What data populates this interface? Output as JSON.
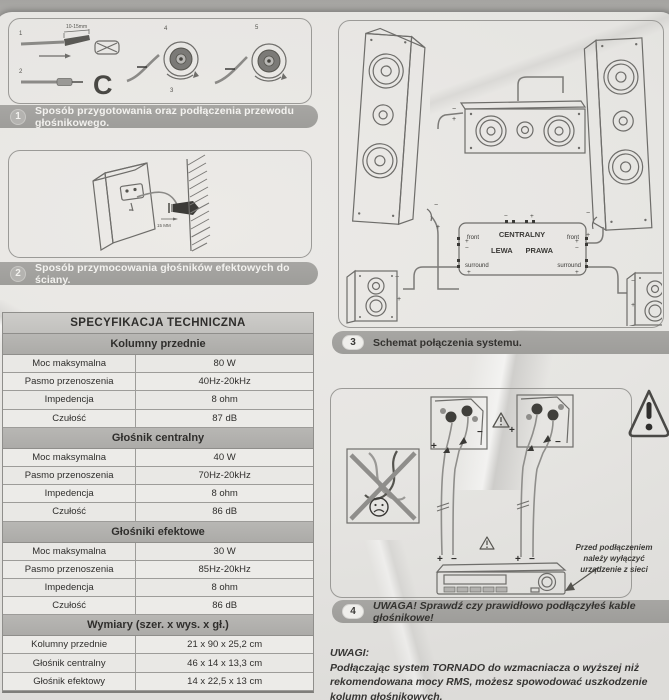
{
  "sections": {
    "step1": {
      "number": "1",
      "label": "Sposób przygotowania oraz podłączenia przewodu głośnikowego."
    },
    "step2": {
      "number": "2",
      "label": "Sposób przymocowania głośników efektowych do ściany."
    },
    "step3": {
      "number": "3",
      "label": "Schemat połączenia systemu."
    },
    "step4": {
      "number": "4",
      "label": "UWAGA! Sprawdź czy prawidłowo podłączyłeś kable głośnikowe!"
    }
  },
  "wire_prep": {
    "steps": [
      "1",
      "2",
      "3",
      "4",
      "5"
    ],
    "dim_label": "10-15mm",
    "twist_symbol": "C"
  },
  "wall_mount": {
    "screw_label": "15 MM"
  },
  "spec_table": {
    "title": "SPECYFIKACJA TECHNICZNA",
    "sections": [
      {
        "header": "Kolumny przednie",
        "rows": [
          {
            "label": "Moc maksymalna",
            "value": "80 W"
          },
          {
            "label": "Pasmo przenoszenia",
            "value": "40Hz-20kHz"
          },
          {
            "label": "Impedencja",
            "value": "8 ohm"
          },
          {
            "label": "Czułość",
            "value": "87 dB"
          }
        ]
      },
      {
        "header": "Głośnik centralny",
        "rows": [
          {
            "label": "Moc maksymalna",
            "value": "40 W"
          },
          {
            "label": "Pasmo przenoszenia",
            "value": "70Hz-20kHz"
          },
          {
            "label": "Impedencja",
            "value": "8 ohm"
          },
          {
            "label": "Czułość",
            "value": "86 dB"
          }
        ]
      },
      {
        "header": "Głośniki efektowe",
        "rows": [
          {
            "label": "Moc maksymalna",
            "value": "30 W"
          },
          {
            "label": "Pasmo przenoszenia",
            "value": "85Hz-20kHz"
          },
          {
            "label": "Impedencja",
            "value": "8 ohm"
          },
          {
            "label": "Czułość",
            "value": "86 dB"
          }
        ]
      },
      {
        "header": "Wymiary (szer. x wys. x gł.)",
        "rows": [
          {
            "label": "Kolumny przednie",
            "value": "21 x 90 x 25,2 cm"
          },
          {
            "label": "Głośnik centralny",
            "value": "46 x 14 x 13,3 cm"
          },
          {
            "label": "Głośnik efektowy",
            "value": "14 x 22,5 x 13 cm"
          }
        ]
      }
    ]
  },
  "diagram": {
    "center_label": "CENTRALNY",
    "left_label": "LEWA",
    "right_label": "PRAWA",
    "front_label": "front",
    "surround_label": "surround"
  },
  "sym": {
    "plus": "+",
    "minus": "−",
    "exclamation": "!"
  },
  "connection_check": {
    "unplug_note_line1": "Przed podłączeniem",
    "unplug_note_line2": "należy wyłączyć",
    "unplug_note_line3": "urządzenie z sieci",
    "amp_terminals": [
      "+",
      "−",
      "+",
      "−"
    ]
  },
  "notes": {
    "title": "UWAGI:",
    "body": "Podłączając system TORNADO do wzmacniacza o wyższej niż rekomendowana mocy RMS, możesz spowodować uszkodzenie kolumn głośnikowych."
  }
}
